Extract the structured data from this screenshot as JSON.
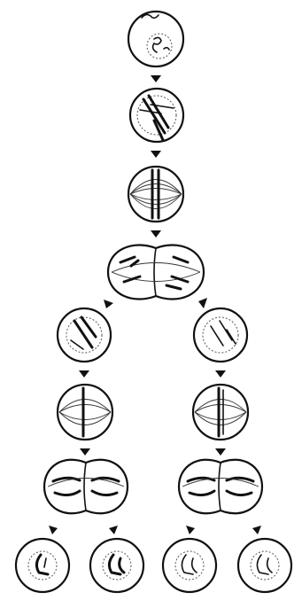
{
  "figure": {
    "subject": "meiosis",
    "stages": [
      "interphase",
      "prophase-i",
      "metaphase-i",
      "anaphase-telophase-i",
      "prophase-ii",
      "metaphase-ii",
      "anaphase-telophase-ii",
      "gametes"
    ],
    "colors": {
      "ink": "#111111",
      "background": "#ffffff"
    },
    "icons": [
      "arrow-down-icon",
      "arrow-down-left-icon",
      "arrow-down-right-icon"
    ]
  }
}
